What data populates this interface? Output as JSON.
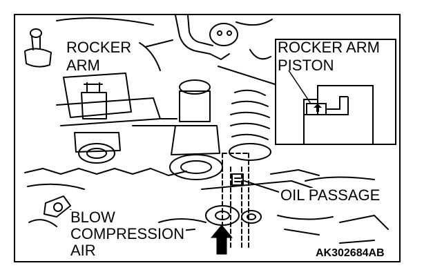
{
  "diagram": {
    "labels": {
      "rocker_arm_line1": "ROCKER",
      "rocker_arm_line2": "ARM",
      "rocker_arm_piston_line1": "ROCKER ARM",
      "rocker_arm_piston_line2": "PISTON",
      "oil_passage": "OIL PASSAGE",
      "blow_line1": "BLOW",
      "blow_line2": "COMPRESSION",
      "blow_line3": "AIR"
    },
    "figure_code": "AK302684AB"
  }
}
